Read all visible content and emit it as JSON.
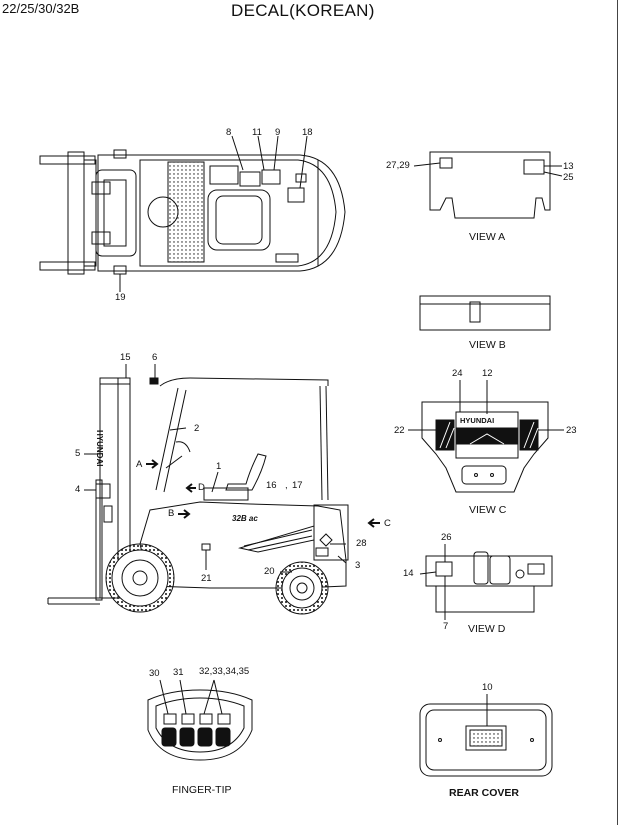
{
  "header": {
    "model": "22/25/30/32B",
    "title": "DECAL(KOREAN)"
  },
  "top_view": {
    "callouts": [
      "8",
      "11",
      "9",
      "18",
      "19"
    ]
  },
  "view_a": {
    "callouts": [
      "27,29",
      "13",
      "25"
    ],
    "caption": "VIEW A"
  },
  "view_b": {
    "caption": "VIEW B"
  },
  "side_view": {
    "callouts": [
      "15",
      "6",
      "2",
      "5",
      "1",
      "4",
      "16",
      "17",
      "28",
      "3",
      "20",
      "21"
    ],
    "comma": ",",
    "arrows": [
      "A",
      "D",
      "B",
      "C"
    ],
    "mast_text": "HYUNDAI",
    "badge_text": "32B ac"
  },
  "view_c": {
    "callouts": [
      "24",
      "12",
      "22",
      "23"
    ],
    "brand": "HYUNDAI",
    "caption": "VIEW C"
  },
  "view_d": {
    "callouts": [
      "26",
      "14",
      "7"
    ],
    "caption": "VIEW D"
  },
  "finger_tip": {
    "callouts": [
      "30",
      "31",
      "32,33,34,35"
    ],
    "caption": "FINGER-TIP"
  },
  "rear_cover": {
    "callouts": [
      "10"
    ],
    "caption": "REAR COVER"
  }
}
